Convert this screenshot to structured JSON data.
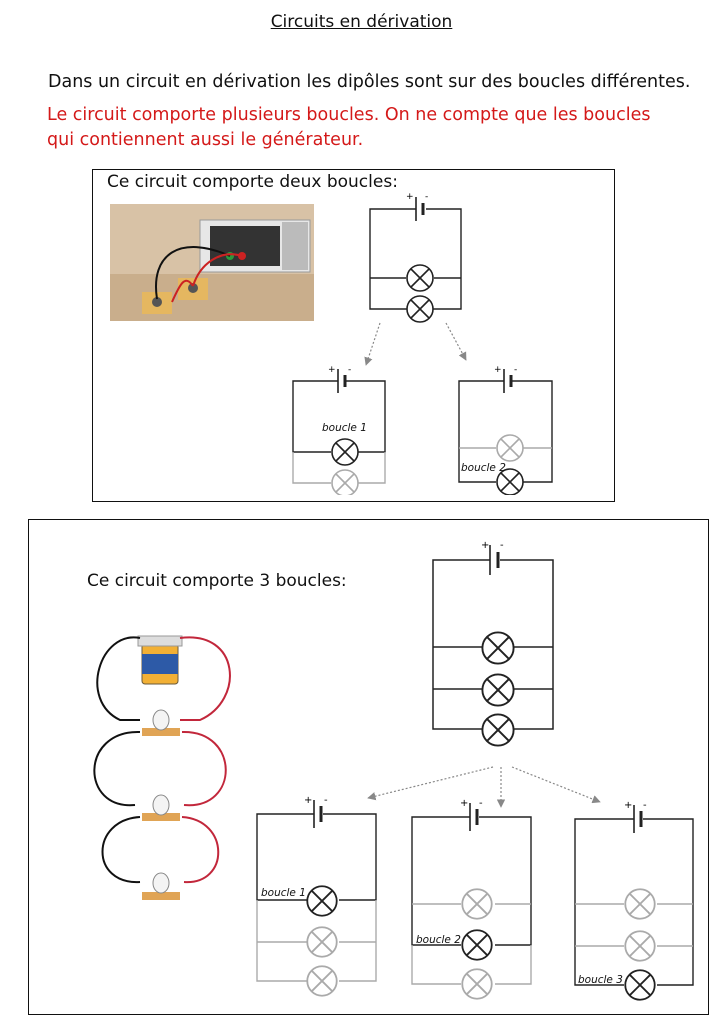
{
  "title": "Circuits en dérivation",
  "intro": "Dans un circuit en dérivation les dipôles sont sur des boucles différentes.",
  "note_line1": "Le circuit comporte plusieurs boucles. On ne compte que les boucles",
  "note_line2": "qui contiennent aussi le générateur.",
  "colors": {
    "note": "#d41919",
    "faded": "#9a9a9a"
  },
  "section1": {
    "heading": "Ce circuit comporte deux boucles:",
    "loop1_label": "boucle 1",
    "loop2_label": "boucle 2"
  },
  "section2": {
    "heading": "Ce circuit comporte 3 boucles:",
    "loop1_label": "boucle 1",
    "loop2_label": "boucle 2",
    "loop3_label": "boucle 3"
  },
  "battery_plus": "+",
  "battery_minus": "-"
}
